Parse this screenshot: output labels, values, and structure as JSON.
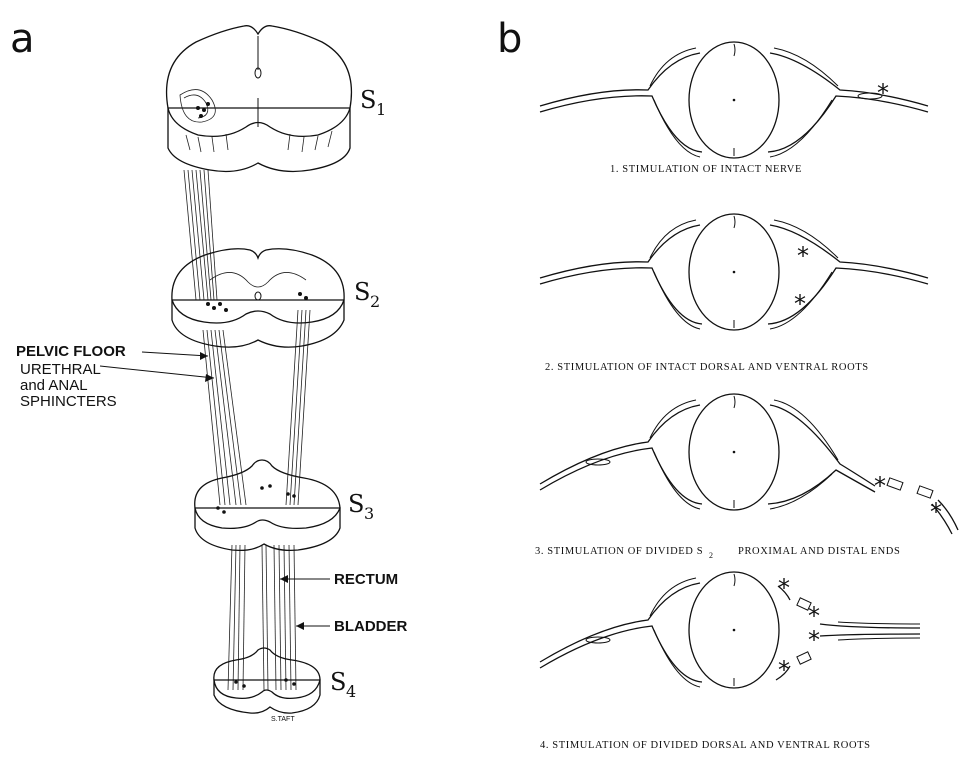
{
  "panel_a": {
    "letter": "a",
    "segments": [
      {
        "label": "S",
        "sub": "1"
      },
      {
        "label": "S",
        "sub": "2"
      },
      {
        "label": "S",
        "sub": "3"
      },
      {
        "label": "S",
        "sub": "4"
      }
    ],
    "labels": {
      "pelvic_floor": "PELVIC FLOOR",
      "urethral": "URETHRAL",
      "and_anal": "and ANAL",
      "sphincters": "SPHINCTERS",
      "rectum": "RECTUM",
      "bladder": "BLADDER"
    },
    "signature": "S.TAFT"
  },
  "panel_b": {
    "letter": "b",
    "captions": [
      "1.   STIMULATION OF INTACT NERVE",
      "2.   STIMULATION OF INTACT DORSAL AND VENTRAL ROOTS",
      "3.   STIMULATION OF DIVIDED S",
      "4.   STIMULATION OF DIVIDED DORSAL AND VENTRAL ROOTS"
    ],
    "caption3_sub": "2",
    "caption3_tail": "PROXIMAL AND DISTAL ENDS",
    "stimulus_mark": "*"
  }
}
